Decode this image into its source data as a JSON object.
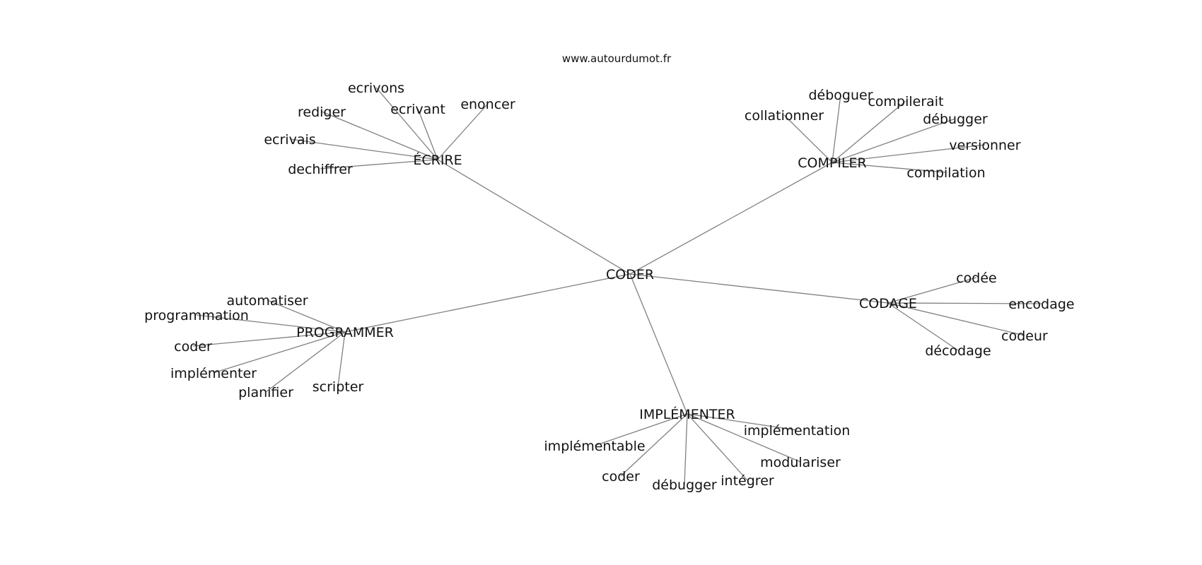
{
  "source": "www.autourdumot.fr",
  "colors": {
    "edge": "#808080",
    "text": "#111111",
    "background": "#ffffff"
  },
  "center": "CODER",
  "groups": [
    {
      "hub": "ÉCRIRE",
      "leaves": [
        "ecrivons",
        "ecrivant",
        "enoncer",
        "rediger",
        "ecrivais",
        "dechiffrer"
      ]
    },
    {
      "hub": "COMPILER",
      "leaves": [
        "collationner",
        "déboguer",
        "compilerait",
        "débugger",
        "versionner",
        "compilation"
      ]
    },
    {
      "hub": "CODAGE",
      "leaves": [
        "codée",
        "encodage",
        "codeur",
        "décodage"
      ]
    },
    {
      "hub": "IMPLÉMENTER",
      "leaves": [
        "implémentable",
        "coder",
        "débugger",
        "intégrer",
        "modulariser",
        "implémentation"
      ]
    },
    {
      "hub": "PROGRAMMER",
      "leaves": [
        "automatiser",
        "programmation",
        "coder",
        "implémenter",
        "planifier",
        "scripter"
      ]
    }
  ]
}
